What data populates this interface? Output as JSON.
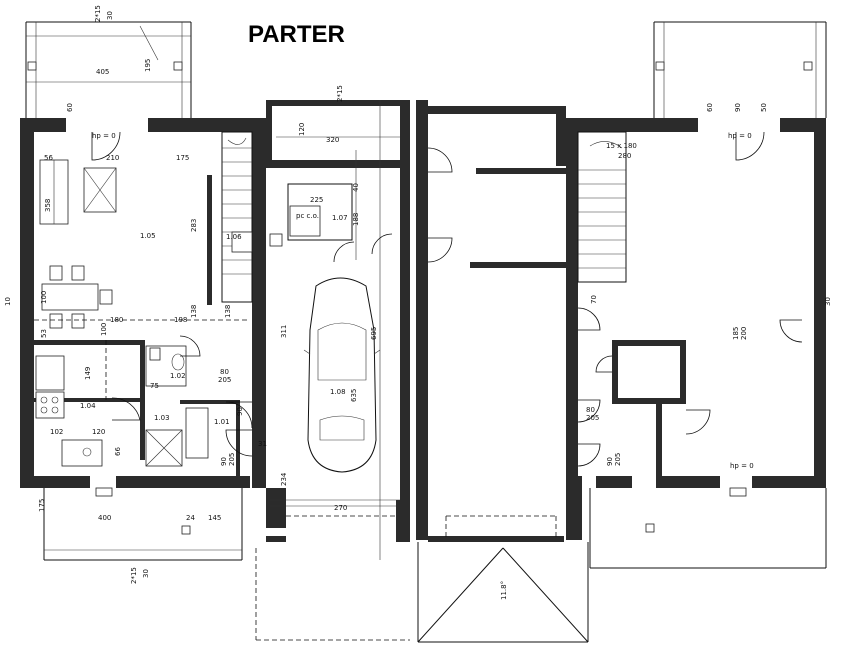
{
  "title": "PARTER",
  "rooms": [
    {
      "id": "1.05",
      "label": "1.05"
    },
    {
      "id": "1.06",
      "label": "1.06"
    },
    {
      "id": "1.07",
      "label": "1.07"
    },
    {
      "id": "1.08",
      "label": "1.08"
    },
    {
      "id": "1.04",
      "label": "1.04"
    },
    {
      "id": "1.02",
      "label": "1.02"
    },
    {
      "id": "1.03",
      "label": "1.03"
    },
    {
      "id": "1.01",
      "label": "1.01"
    }
  ],
  "dimensions": {
    "d_405": "405",
    "d_195": "195",
    "d_2x15a": "2*15",
    "d_30a": "30",
    "d_210": "210",
    "d_175": "175",
    "d_56": "56",
    "d_358": "358",
    "d_283": "283",
    "d_180": "180",
    "d_198": "198",
    "d_138a": "138",
    "d_138b": "138",
    "d_100": "100",
    "d_53": "53",
    "d_149": "149",
    "d_102": "102",
    "d_120": "120",
    "d_66": "66",
    "d_400": "400",
    "d_145": "145",
    "d_24": "24",
    "d_175b": "175",
    "d_2x15b": "2*15",
    "d_30b": "30",
    "d_320": "320",
    "d_2x15c": "2*15",
    "d_120b": "120",
    "d_225": "225",
    "d_40": "40",
    "d_188": "188",
    "d_311": "311",
    "d_635": "635",
    "d_695": "695",
    "d_270": "270",
    "d_234": "234",
    "d_90a": "90",
    "d_31": "31",
    "d_80a": "80",
    "d_205a": "205",
    "d_90b": "90",
    "d_205b": "205",
    "d_80c": "80",
    "d_205c": "205",
    "d_15x180": "15 x 180",
    "d_280": "280",
    "d_185": "185",
    "d_200": "200",
    "d_70": "70",
    "d_90c": "90",
    "d_205d": "205",
    "d_60": "60",
    "d_90d": "90",
    "d_50": "50",
    "d_60b": "60",
    "d_10": "10",
    "d_30c": "30",
    "d_100b": "100",
    "d_75": "75",
    "d_11_8": "11.8°",
    "d_hp": "hp = 0",
    "d_hp2": "hp = 0",
    "d_hp3": "hp = 0"
  },
  "labels": {
    "pc": "pc c.o.",
    "pc2": "pc"
  }
}
